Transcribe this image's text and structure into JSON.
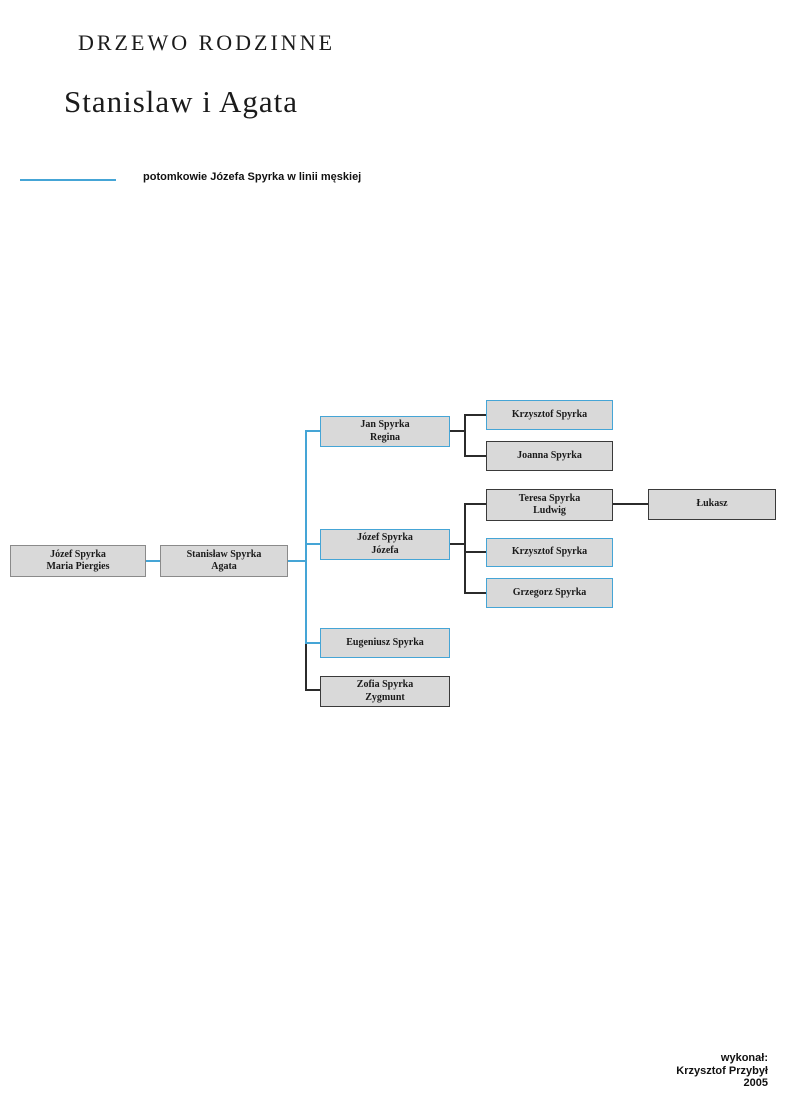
{
  "colors": {
    "male-line-blue": "#45a5d6",
    "box-fill": "#d9d9d9",
    "dark-line": "#2b2b2b"
  },
  "header": {
    "title": "DRZEWO RODZINNE",
    "subtitle": "Stanislaw i Agata"
  },
  "legend": {
    "label": "potomkowie Józefa Spyrka w linii męskiej"
  },
  "footer": {
    "line1": "wykonał:",
    "line2": "Krzysztof Przybył",
    "line3": "2005"
  },
  "tree": {
    "nodes": [
      {
        "line1": "Józef Spyrka",
        "line2": "Maria Piergies"
      },
      {
        "line1": "Stanisław Spyrka",
        "line2": "Agata"
      },
      {
        "line1": "Jan Spyrka",
        "line2": "Regina"
      },
      {
        "line1": "Józef Spyrka",
        "line2": "Józefa"
      },
      {
        "line1": "Eugeniusz Spyrka",
        "line2": ""
      },
      {
        "line1": "Zofia Spyrka",
        "line2": "Zygmunt"
      },
      {
        "line1": "Krzysztof Spyrka",
        "line2": ""
      },
      {
        "line1": "Joanna Spyrka",
        "line2": ""
      },
      {
        "line1": "Teresa Spyrka",
        "line2": "Ludwig"
      },
      {
        "line1": "Krzysztof Spyrka",
        "line2": ""
      },
      {
        "line1": "Grzegorz Spyrka",
        "line2": ""
      },
      {
        "line1": "Łukasz",
        "line2": ""
      }
    ]
  }
}
